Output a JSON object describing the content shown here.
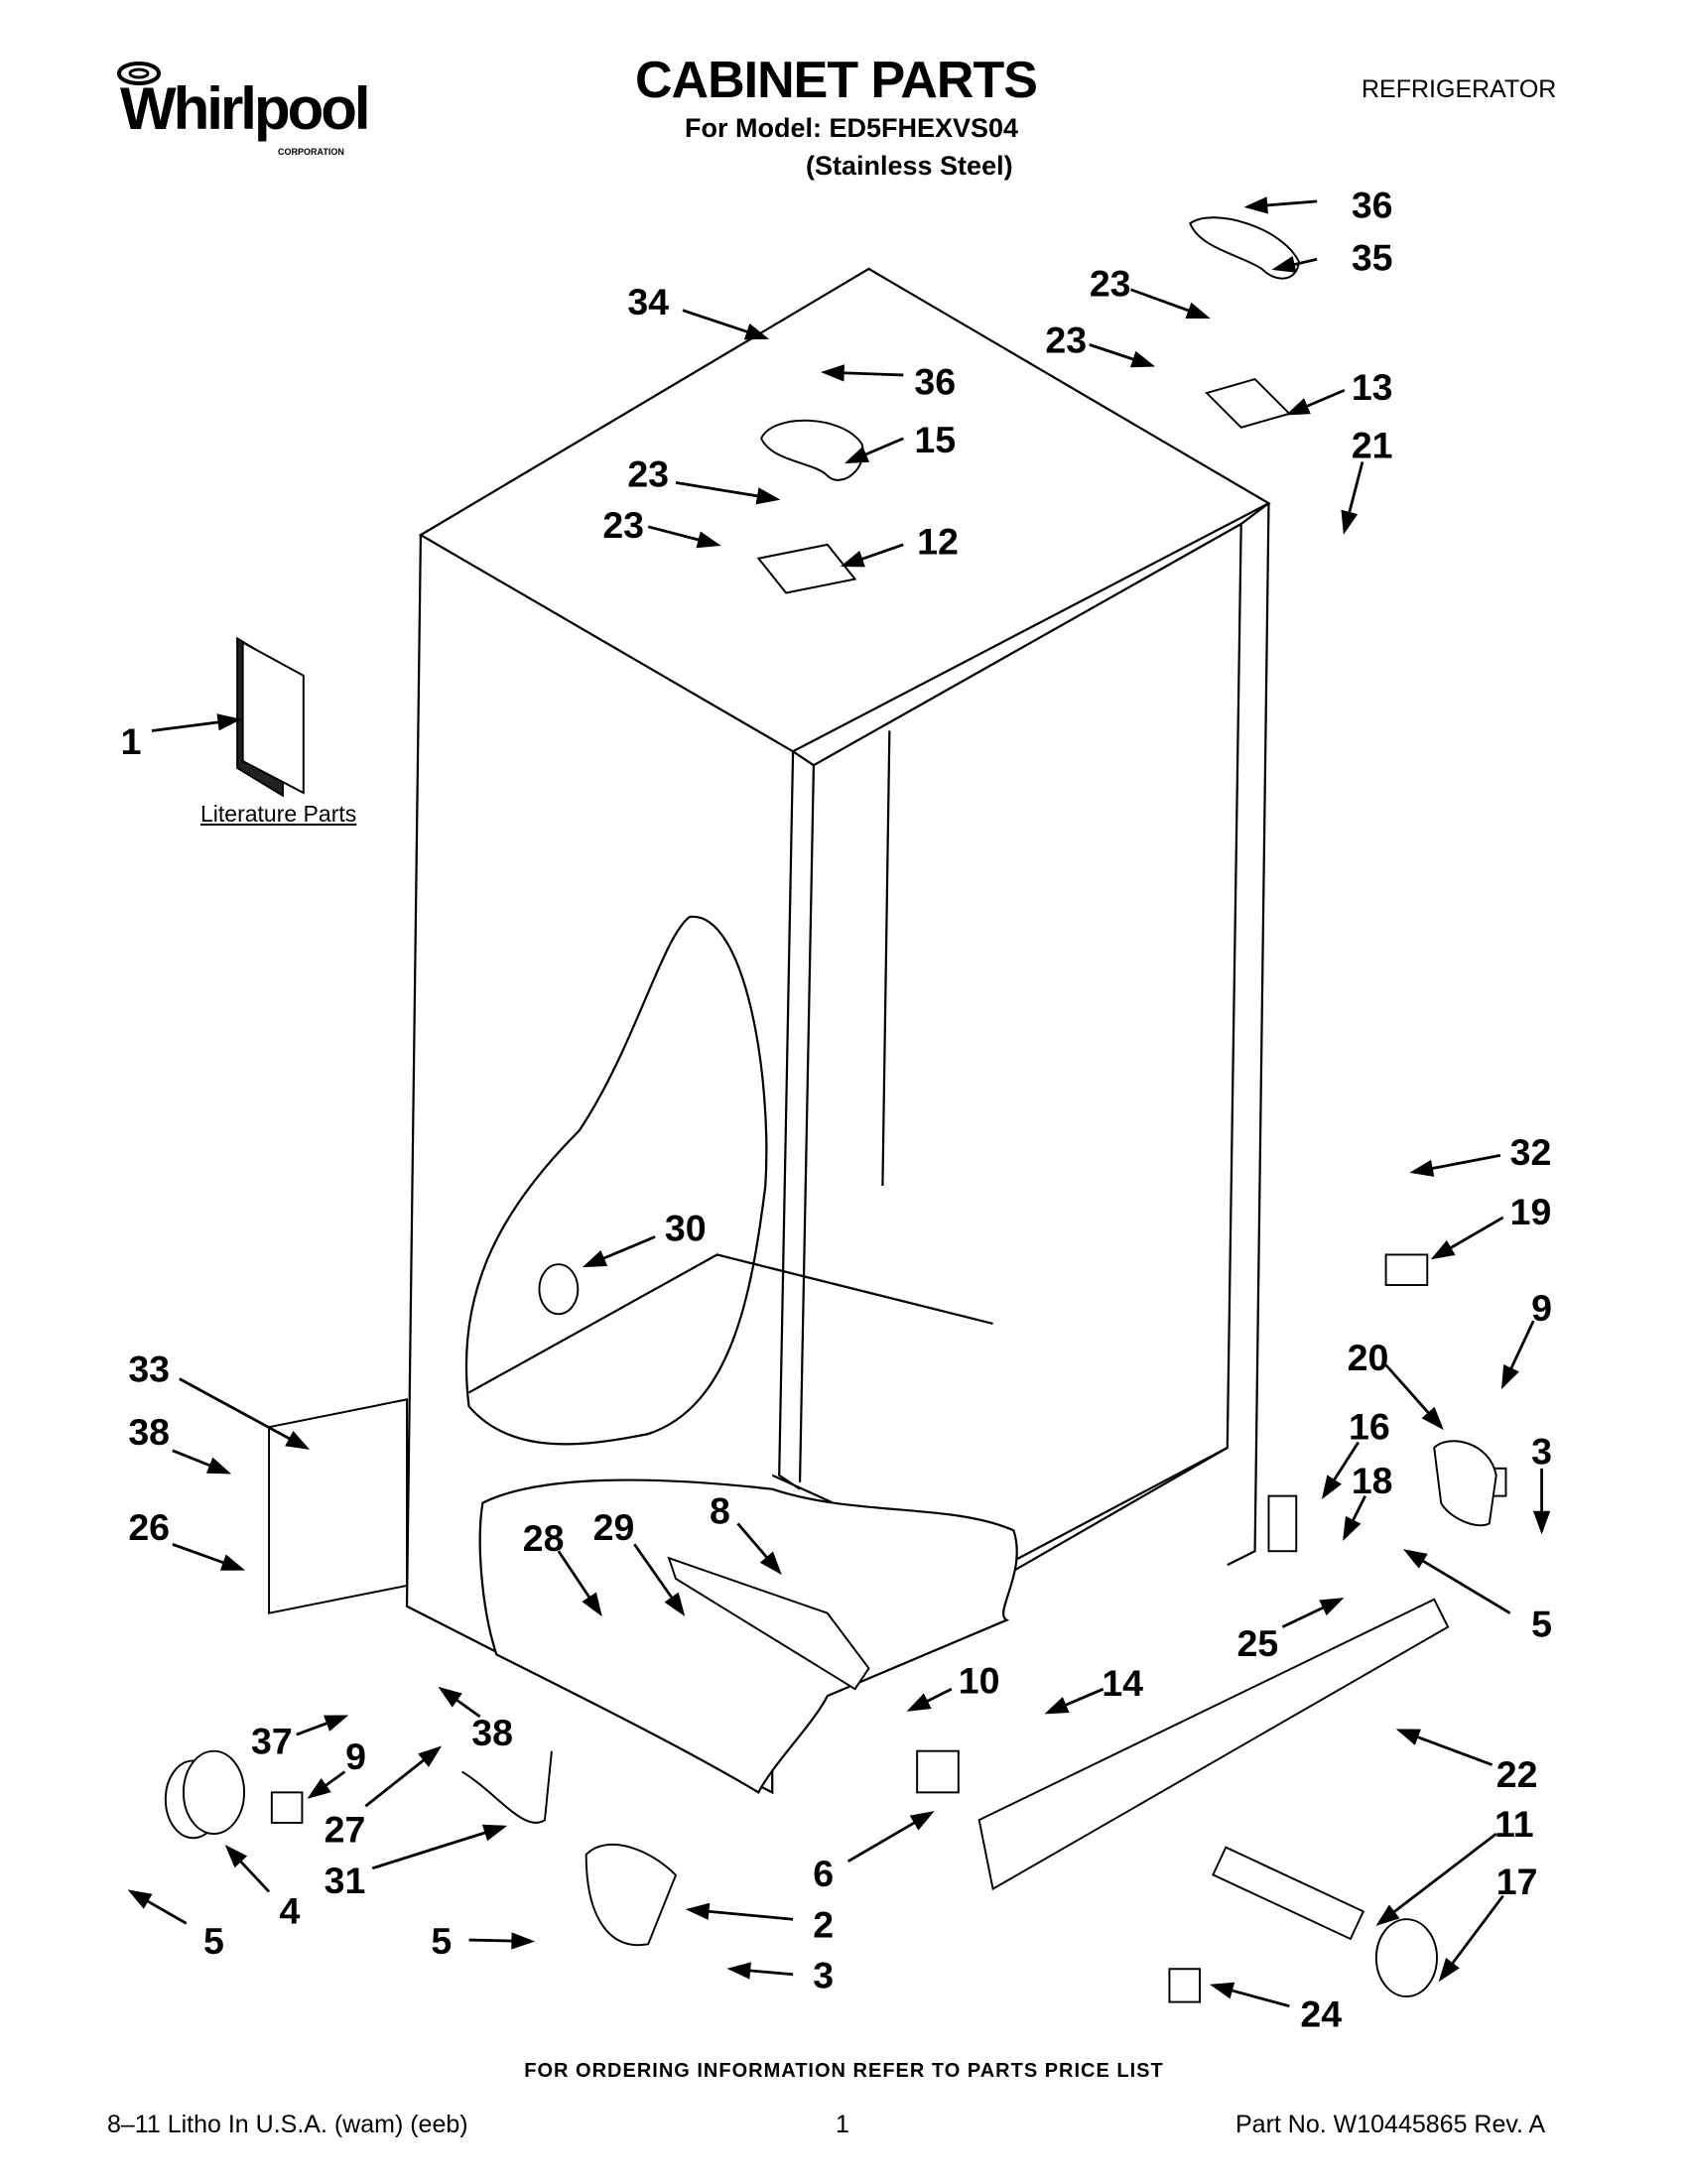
{
  "header": {
    "brand": "Whirlpool",
    "brand_sub": "CORPORATION",
    "title": "CABINET PARTS",
    "model_line": "For Model: ED5FHEXVS04",
    "finish": "(Stainless Steel)",
    "category": "REFRIGERATOR"
  },
  "literature_label": "Literature Parts",
  "callouts": [
    "36",
    "35",
    "23",
    "23",
    "13",
    "21",
    "34",
    "36",
    "15",
    "23",
    "12",
    "23",
    "1",
    "32",
    "19",
    "30",
    "9",
    "33",
    "20",
    "3",
    "16",
    "38",
    "18",
    "8",
    "28",
    "29",
    "26",
    "5",
    "25",
    "10",
    "14",
    "22",
    "37",
    "38",
    "9",
    "27",
    "11",
    "31",
    "6",
    "17",
    "4",
    "2",
    "5",
    "5",
    "3",
    "24"
  ],
  "footer": {
    "ordering_note": "FOR ORDERING INFORMATION REFER TO PARTS PRICE LIST",
    "litho": "8–11 Litho In U.S.A. (wam) (eeb)",
    "page_number": "1",
    "part_number": "Part No. W10445865 Rev. A"
  }
}
